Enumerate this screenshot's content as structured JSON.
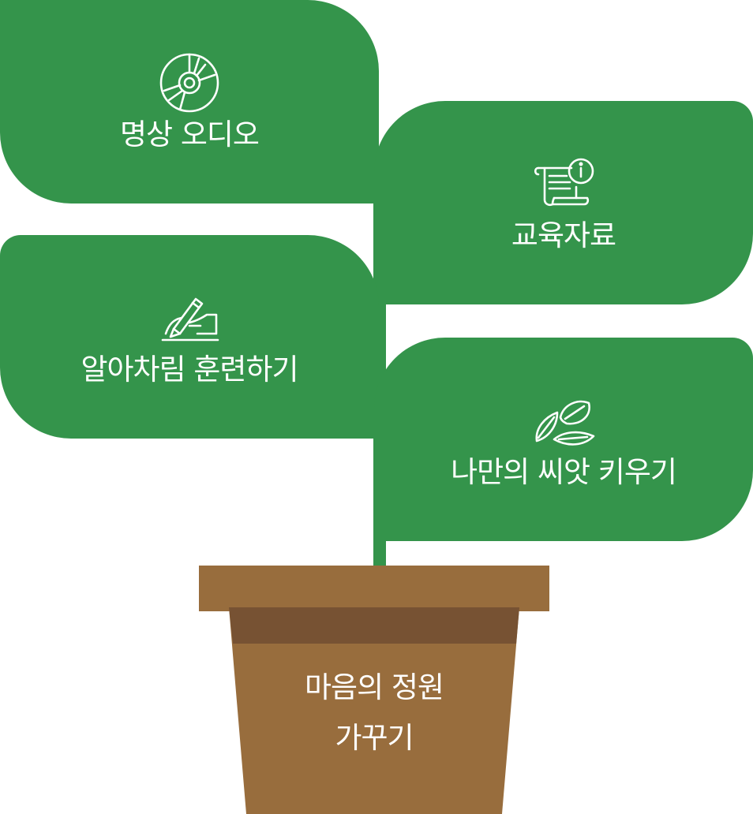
{
  "colors": {
    "leaf_green": "#34944b",
    "pot_brown": "#986d3d",
    "pot_shadow": "#775233",
    "text": "#ffffff"
  },
  "leaves": [
    {
      "label": "명상 오디오",
      "icon": "disc-icon"
    },
    {
      "label": "교육자료",
      "icon": "document-info-icon"
    },
    {
      "label": "알아차림 훈련하기",
      "icon": "hand-writing-icon"
    },
    {
      "label": "나만의 씨앗 키우기",
      "icon": "seeds-icon"
    }
  ],
  "pot": {
    "line1": "마음의 정원",
    "line2": "가꾸기"
  }
}
